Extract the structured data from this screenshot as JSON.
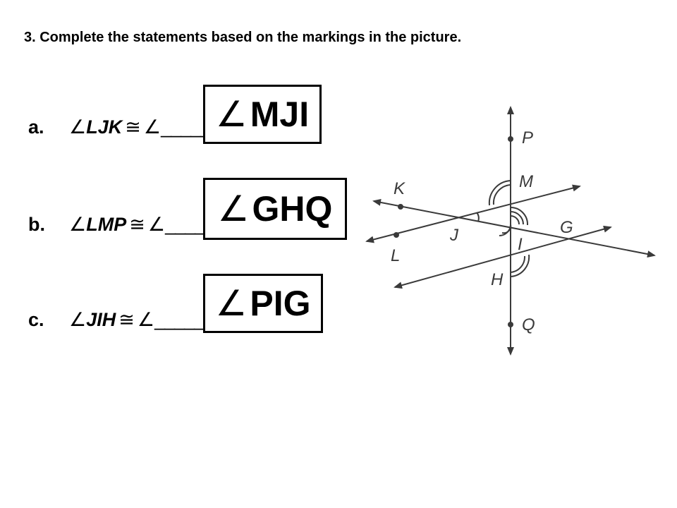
{
  "prompt": "3.  Complete the statements based on the markings in the picture.",
  "symbols": {
    "angle": "∠",
    "congruent": "≅"
  },
  "statements": [
    {
      "letter": "a.",
      "given": "LJK",
      "blank": "__________",
      "answer": "MJI"
    },
    {
      "letter": "b.",
      "given": "LMP",
      "blank": "__________",
      "answer": "GHQ"
    },
    {
      "letter": "c.",
      "given": "JIH",
      "blank": "__________",
      "answer": "PIG"
    }
  ],
  "figure": {
    "point_labels": {
      "P": "P",
      "M": "M",
      "K": "K",
      "G": "G",
      "J": "J",
      "I": "I",
      "L": "L",
      "H": "H",
      "Q": "Q"
    }
  }
}
